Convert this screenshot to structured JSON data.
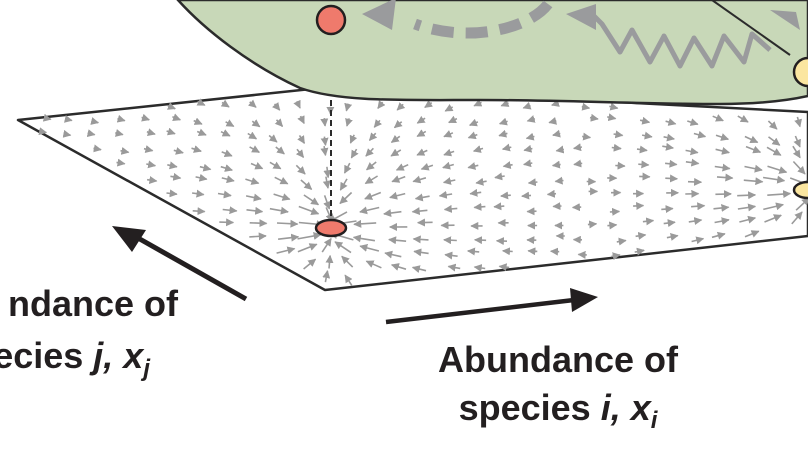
{
  "axis_i": {
    "line1": "Abundance of",
    "line2_prefix": "species ",
    "var": "i",
    "sep": ", x",
    "sub": "i"
  },
  "axis_j": {
    "line1": "ndance of",
    "line2_prefix": "ecies ",
    "var": "j",
    "sep": ", x",
    "sub": "j"
  },
  "colors": {
    "surface": "#c8d8b8",
    "surface_edge": "#2b2b2b",
    "plane_edge": "#2b2b2b",
    "vector_arrow": "#9a9a9a",
    "path_arrow": "#9a9b9d",
    "stable_point": "#ef7a6c",
    "other_point": "#fbe6a0",
    "axis_arrow": "#231f20"
  }
}
